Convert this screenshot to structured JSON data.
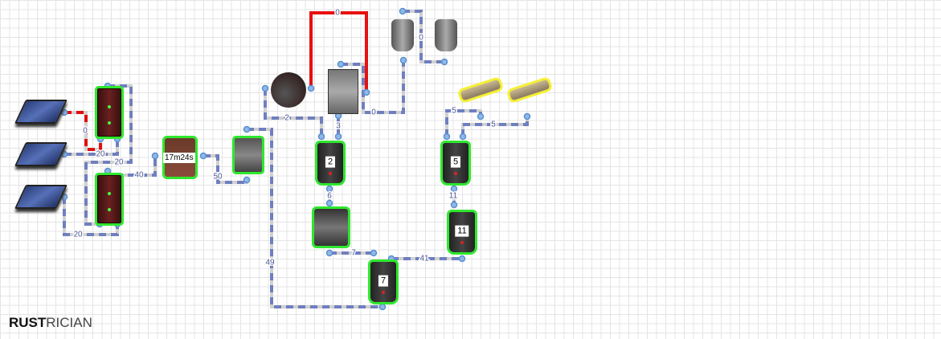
{
  "logo": {
    "bold": "RUST",
    "light": "RICIAN"
  },
  "timer": {
    "label": "17m24s"
  },
  "batteries": {
    "b2": "2",
    "b5": "5",
    "b11": "11",
    "b7": "7"
  },
  "wires": {
    "solar1_red": "0",
    "solar2": "20",
    "battery_chain": "20",
    "solar3": "20",
    "battery_to_timer": "40",
    "timer_out": "50",
    "box_to_b7": "49",
    "siren": "2",
    "red_loop": "0",
    "panel_out": "3",
    "panel_to_tanks": "0",
    "tanks": "0",
    "rail1": "5",
    "rail2": "5",
    "b2_to_sensor": "6",
    "sensor_to_b7": "7",
    "b11_to_b7": "41",
    "b5_to_b11": "11"
  },
  "colors": {
    "wire": "#6f7fbf",
    "active_wire": "#e01010",
    "powered_glow": "#2ee82e",
    "rail_glow": "#f5f030"
  }
}
